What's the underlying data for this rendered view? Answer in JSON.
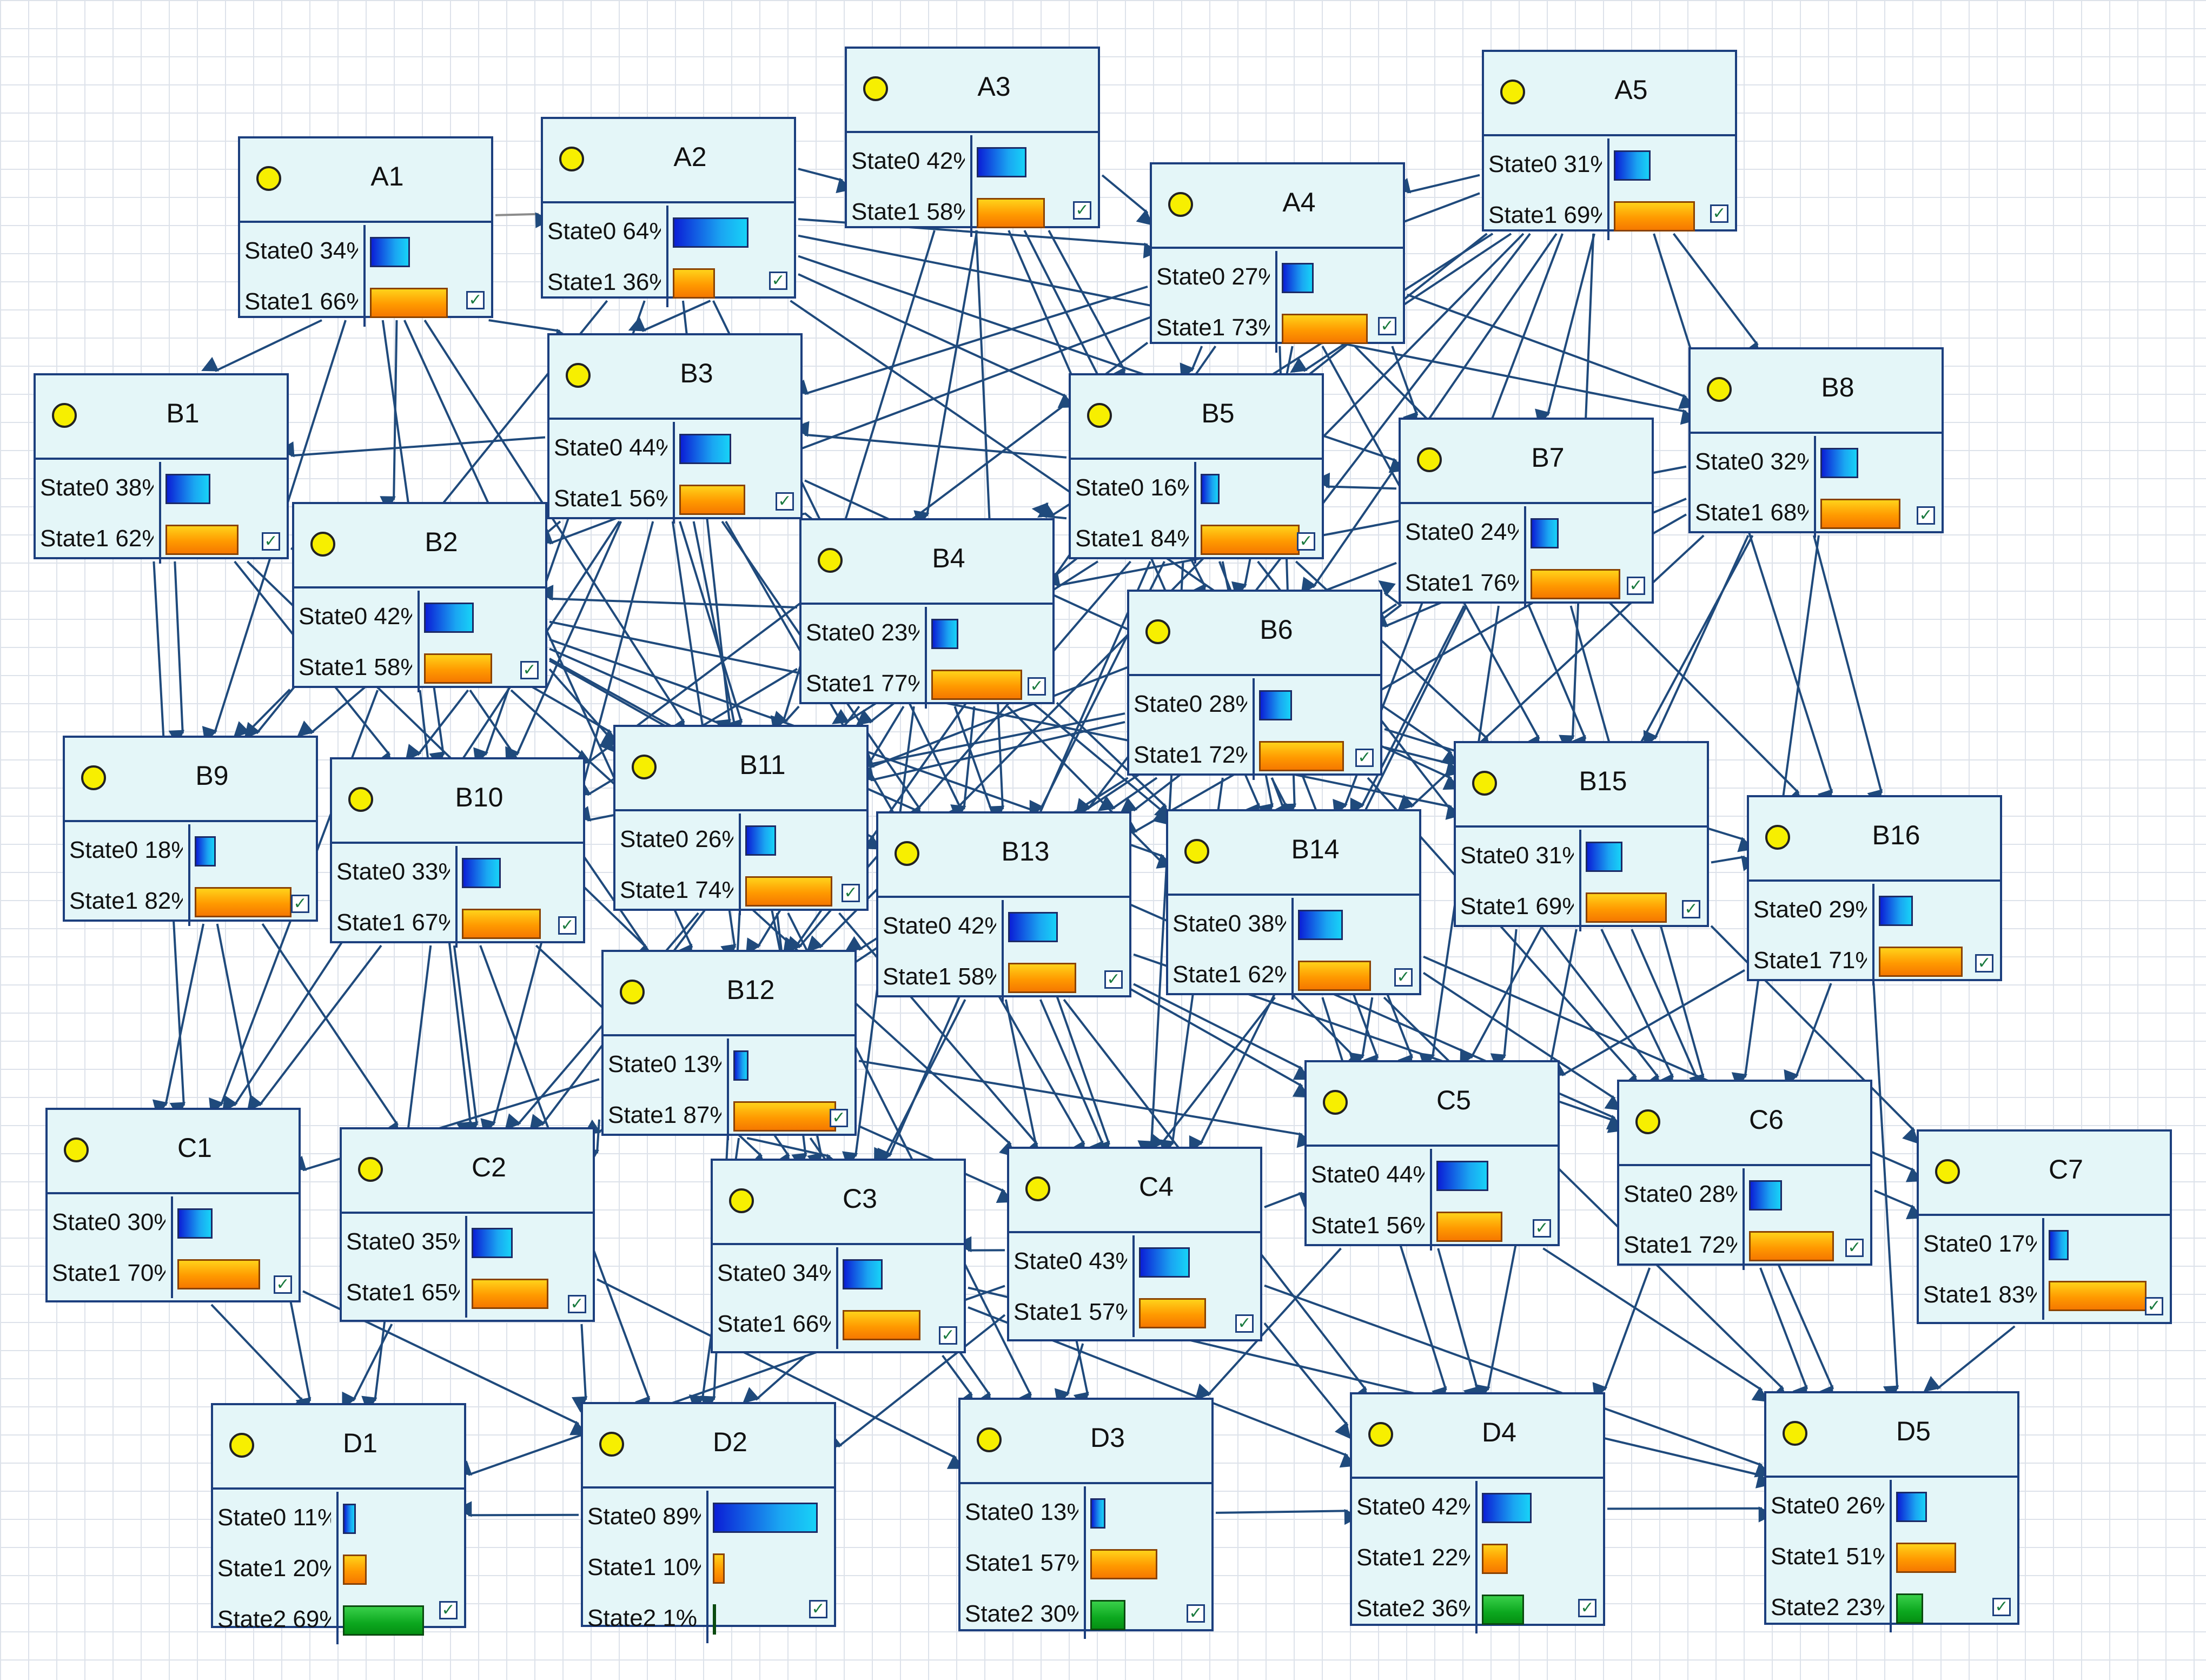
{
  "diagram": {
    "nodes": [
      {
        "id": "A1",
        "label": "A1",
        "states": [
          {
            "label": "State0 34%",
            "value": 34
          },
          {
            "label": "State1 66%",
            "value": 66
          }
        ]
      },
      {
        "id": "A2",
        "label": "A2",
        "states": [
          {
            "label": "State0 64%",
            "value": 64
          },
          {
            "label": "State1 36%",
            "value": 36
          }
        ]
      },
      {
        "id": "A3",
        "label": "A3",
        "states": [
          {
            "label": "State0 42%",
            "value": 42
          },
          {
            "label": "State1 58%",
            "value": 58
          }
        ]
      },
      {
        "id": "A4",
        "label": "A4",
        "states": [
          {
            "label": "State0 27%",
            "value": 27
          },
          {
            "label": "State1 73%",
            "value": 73
          }
        ]
      },
      {
        "id": "A5",
        "label": "A5",
        "states": [
          {
            "label": "State0 31%",
            "value": 31
          },
          {
            "label": "State1 69%",
            "value": 69
          }
        ]
      },
      {
        "id": "B1",
        "label": "B1",
        "states": [
          {
            "label": "State0 38%",
            "value": 38
          },
          {
            "label": "State1 62%",
            "value": 62
          }
        ]
      },
      {
        "id": "B2",
        "label": "B2",
        "states": [
          {
            "label": "State0 42%",
            "value": 42
          },
          {
            "label": "State1 58%",
            "value": 58
          }
        ]
      },
      {
        "id": "B3",
        "label": "B3",
        "states": [
          {
            "label": "State0 44%",
            "value": 44
          },
          {
            "label": "State1 56%",
            "value": 56
          }
        ]
      },
      {
        "id": "B4",
        "label": "B4",
        "states": [
          {
            "label": "State0 23%",
            "value": 23
          },
          {
            "label": "State1 77%",
            "value": 77
          }
        ]
      },
      {
        "id": "B5",
        "label": "B5",
        "states": [
          {
            "label": "State0 16%",
            "value": 16
          },
          {
            "label": "State1 84%",
            "value": 84
          }
        ]
      },
      {
        "id": "B6",
        "label": "B6",
        "states": [
          {
            "label": "State0 28%",
            "value": 28
          },
          {
            "label": "State1 72%",
            "value": 72
          }
        ]
      },
      {
        "id": "B7",
        "label": "B7",
        "states": [
          {
            "label": "State0 24%",
            "value": 24
          },
          {
            "label": "State1 76%",
            "value": 76
          }
        ]
      },
      {
        "id": "B8",
        "label": "B8",
        "states": [
          {
            "label": "State0 32%",
            "value": 32
          },
          {
            "label": "State1 68%",
            "value": 68
          }
        ]
      },
      {
        "id": "B9",
        "label": "B9",
        "states": [
          {
            "label": "State0 18%",
            "value": 18
          },
          {
            "label": "State1 82%",
            "value": 82
          }
        ]
      },
      {
        "id": "B10",
        "label": "B10",
        "states": [
          {
            "label": "State0 33%",
            "value": 33
          },
          {
            "label": "State1 67%",
            "value": 67
          }
        ]
      },
      {
        "id": "B11",
        "label": "B11",
        "states": [
          {
            "label": "State0 26%",
            "value": 26
          },
          {
            "label": "State1 74%",
            "value": 74
          }
        ]
      },
      {
        "id": "B12",
        "label": "B12",
        "states": [
          {
            "label": "State0 13%",
            "value": 13
          },
          {
            "label": "State1 87%",
            "value": 87
          }
        ]
      },
      {
        "id": "B13",
        "label": "B13",
        "states": [
          {
            "label": "State0 42%",
            "value": 42
          },
          {
            "label": "State1 58%",
            "value": 58
          }
        ]
      },
      {
        "id": "B14",
        "label": "B14",
        "states": [
          {
            "label": "State0 38%",
            "value": 38
          },
          {
            "label": "State1 62%",
            "value": 62
          }
        ]
      },
      {
        "id": "B15",
        "label": "B15",
        "states": [
          {
            "label": "State0 31%",
            "value": 31
          },
          {
            "label": "State1 69%",
            "value": 69
          }
        ]
      },
      {
        "id": "B16",
        "label": "B16",
        "states": [
          {
            "label": "State0 29%",
            "value": 29
          },
          {
            "label": "State1 71%",
            "value": 71
          }
        ]
      },
      {
        "id": "C1",
        "label": "C1",
        "states": [
          {
            "label": "State0 30%",
            "value": 30
          },
          {
            "label": "State1 70%",
            "value": 70
          }
        ]
      },
      {
        "id": "C2",
        "label": "C2",
        "states": [
          {
            "label": "State0 35%",
            "value": 35
          },
          {
            "label": "State1 65%",
            "value": 65
          }
        ]
      },
      {
        "id": "C3",
        "label": "C3",
        "states": [
          {
            "label": "State0 34%",
            "value": 34
          },
          {
            "label": "State1 66%",
            "value": 66
          }
        ]
      },
      {
        "id": "C4",
        "label": "C4",
        "states": [
          {
            "label": "State0 43%",
            "value": 43
          },
          {
            "label": "State1 57%",
            "value": 57
          }
        ]
      },
      {
        "id": "C5",
        "label": "C5",
        "states": [
          {
            "label": "State0 44%",
            "value": 44
          },
          {
            "label": "State1 56%",
            "value": 56
          }
        ]
      },
      {
        "id": "C6",
        "label": "C6",
        "states": [
          {
            "label": "State0 28%",
            "value": 28
          },
          {
            "label": "State1 72%",
            "value": 72
          }
        ]
      },
      {
        "id": "C7",
        "label": "C7",
        "states": [
          {
            "label": "State0 17%",
            "value": 17
          },
          {
            "label": "State1 83%",
            "value": 83
          }
        ]
      },
      {
        "id": "D1",
        "label": "D1",
        "states": [
          {
            "label": "State0 11%",
            "value": 11
          },
          {
            "label": "State1 20%",
            "value": 20
          },
          {
            "label": "State2 69%",
            "value": 69
          }
        ]
      },
      {
        "id": "D2",
        "label": "D2",
        "states": [
          {
            "label": "State0 89%",
            "value": 89
          },
          {
            "label": "State1 10%",
            "value": 10
          },
          {
            "label": "State2  1%",
            "value": 1
          }
        ]
      },
      {
        "id": "D3",
        "label": "D3",
        "states": [
          {
            "label": "State0 13%",
            "value": 13
          },
          {
            "label": "State1 57%",
            "value": 57
          },
          {
            "label": "State2 30%",
            "value": 30
          }
        ]
      },
      {
        "id": "D4",
        "label": "D4",
        "states": [
          {
            "label": "State0 42%",
            "value": 42
          },
          {
            "label": "State1 22%",
            "value": 22
          },
          {
            "label": "State2 36%",
            "value": 36
          }
        ]
      },
      {
        "id": "D5",
        "label": "D5",
        "states": [
          {
            "label": "State0 26%",
            "value": 26
          },
          {
            "label": "State1 51%",
            "value": 51
          },
          {
            "label": "State2 23%",
            "value": 23
          }
        ]
      }
    ],
    "edges": [
      [
        "A1",
        "A2"
      ],
      [
        "A1",
        "B1"
      ],
      [
        "A1",
        "B2"
      ],
      [
        "A1",
        "B9"
      ],
      [
        "A1",
        "B10"
      ],
      [
        "A1",
        "B11"
      ],
      [
        "A1",
        "B12"
      ],
      [
        "A1",
        "B3"
      ],
      [
        "A2",
        "A3"
      ],
      [
        "A2",
        "A4"
      ],
      [
        "A2",
        "B3"
      ],
      [
        "A2",
        "B9"
      ],
      [
        "A2",
        "B10"
      ],
      [
        "A2",
        "B11"
      ],
      [
        "A2",
        "B13"
      ],
      [
        "A2",
        "B5"
      ],
      [
        "A2",
        "B7"
      ],
      [
        "A2",
        "B8"
      ],
      [
        "A2",
        "B15"
      ],
      [
        "A3",
        "A4"
      ],
      [
        "A3",
        "B4"
      ],
      [
        "A3",
        "B5"
      ],
      [
        "A3",
        "B6"
      ],
      [
        "A3",
        "B13"
      ],
      [
        "A3",
        "B14"
      ],
      [
        "A3",
        "B11"
      ],
      [
        "A4",
        "B3"
      ],
      [
        "A4",
        "B5"
      ],
      [
        "A4",
        "B6"
      ],
      [
        "A4",
        "B7"
      ],
      [
        "A4",
        "B8"
      ],
      [
        "A4",
        "B12"
      ],
      [
        "A4",
        "B14"
      ],
      [
        "A4",
        "B15"
      ],
      [
        "A4",
        "B10"
      ],
      [
        "A4",
        "B16"
      ],
      [
        "A5",
        "A4"
      ],
      [
        "A5",
        "B4"
      ],
      [
        "A5",
        "B5"
      ],
      [
        "A5",
        "B6"
      ],
      [
        "A5",
        "B7"
      ],
      [
        "A5",
        "B8"
      ],
      [
        "A5",
        "B11"
      ],
      [
        "A5",
        "B13"
      ],
      [
        "A5",
        "B14"
      ],
      [
        "A5",
        "B15"
      ],
      [
        "A5",
        "B16"
      ],
      [
        "A5",
        "B2"
      ],
      [
        "A5",
        "B12"
      ],
      [
        "B1",
        "B9"
      ],
      [
        "B1",
        "B10"
      ],
      [
        "B1",
        "B11"
      ],
      [
        "B1",
        "B12"
      ],
      [
        "B1",
        "C1"
      ],
      [
        "B2",
        "B9"
      ],
      [
        "B2",
        "B10"
      ],
      [
        "B2",
        "B11"
      ],
      [
        "B2",
        "B13"
      ],
      [
        "B2",
        "B14"
      ],
      [
        "B2",
        "B15"
      ],
      [
        "B2",
        "C1"
      ],
      [
        "B2",
        "C2"
      ],
      [
        "B2",
        "C3"
      ],
      [
        "B2",
        "C4"
      ],
      [
        "B2",
        "C5"
      ],
      [
        "B2",
        "C6"
      ],
      [
        "B3",
        "B1"
      ],
      [
        "B3",
        "B4"
      ],
      [
        "B3",
        "B9"
      ],
      [
        "B3",
        "B10"
      ],
      [
        "B3",
        "B11"
      ],
      [
        "B3",
        "B12"
      ],
      [
        "B3",
        "B13"
      ],
      [
        "B3",
        "B14"
      ],
      [
        "B3",
        "B15"
      ],
      [
        "B3",
        "C1"
      ],
      [
        "B3",
        "C2"
      ],
      [
        "B3",
        "C3"
      ],
      [
        "B3",
        "C4"
      ],
      [
        "B4",
        "B2"
      ],
      [
        "B4",
        "B10"
      ],
      [
        "B4",
        "B11"
      ],
      [
        "B4",
        "B12"
      ],
      [
        "B4",
        "B13"
      ],
      [
        "B4",
        "B14"
      ],
      [
        "B4",
        "C2"
      ],
      [
        "B4",
        "C3"
      ],
      [
        "B4",
        "C4"
      ],
      [
        "B4",
        "C5"
      ],
      [
        "B5",
        "B3"
      ],
      [
        "B5",
        "B4"
      ],
      [
        "B5",
        "B11"
      ],
      [
        "B5",
        "B12"
      ],
      [
        "B5",
        "B13"
      ],
      [
        "B5",
        "B14"
      ],
      [
        "B5",
        "B15"
      ],
      [
        "B5",
        "C3"
      ],
      [
        "B5",
        "C4"
      ],
      [
        "B5",
        "C5"
      ],
      [
        "B5",
        "C6"
      ],
      [
        "B6",
        "B10"
      ],
      [
        "B6",
        "B11"
      ],
      [
        "B6",
        "B12"
      ],
      [
        "B6",
        "B13"
      ],
      [
        "B6",
        "B14"
      ],
      [
        "B6",
        "B15"
      ],
      [
        "B6",
        "B16"
      ],
      [
        "B6",
        "C4"
      ],
      [
        "B6",
        "C5"
      ],
      [
        "B6",
        "C6"
      ],
      [
        "B7",
        "B5"
      ],
      [
        "B7",
        "B6"
      ],
      [
        "B7",
        "B11"
      ],
      [
        "B7",
        "B13"
      ],
      [
        "B7",
        "B14"
      ],
      [
        "B7",
        "B15"
      ],
      [
        "B7",
        "C4"
      ],
      [
        "B7",
        "C5"
      ],
      [
        "B7",
        "C6"
      ],
      [
        "B7",
        "C2"
      ],
      [
        "B8",
        "B4"
      ],
      [
        "B8",
        "B6"
      ],
      [
        "B8",
        "B13"
      ],
      [
        "B8",
        "B14"
      ],
      [
        "B8",
        "B15"
      ],
      [
        "B8",
        "B16"
      ],
      [
        "B8",
        "C5"
      ],
      [
        "B8",
        "C6"
      ],
      [
        "B9",
        "C1"
      ],
      [
        "B9",
        "D1"
      ],
      [
        "B9",
        "C2"
      ],
      [
        "B10",
        "C1"
      ],
      [
        "B10",
        "C2"
      ],
      [
        "B10",
        "C3"
      ],
      [
        "B10",
        "D1"
      ],
      [
        "B10",
        "D2"
      ],
      [
        "B11",
        "C2"
      ],
      [
        "B11",
        "C3"
      ],
      [
        "B11",
        "C4"
      ],
      [
        "B11",
        "D2"
      ],
      [
        "B11",
        "D3"
      ],
      [
        "B12",
        "C1"
      ],
      [
        "B12",
        "C2"
      ],
      [
        "B12",
        "C3"
      ],
      [
        "B12",
        "C4"
      ],
      [
        "B12",
        "C5"
      ],
      [
        "B12",
        "D2"
      ],
      [
        "B12",
        "D3"
      ],
      [
        "B13",
        "C3"
      ],
      [
        "B13",
        "C4"
      ],
      [
        "B13",
        "C5"
      ],
      [
        "B13",
        "C6"
      ],
      [
        "B13",
        "D3"
      ],
      [
        "B13",
        "D4"
      ],
      [
        "B14",
        "C4"
      ],
      [
        "B14",
        "C5"
      ],
      [
        "B14",
        "C6"
      ],
      [
        "B14",
        "C7"
      ],
      [
        "B14",
        "D4"
      ],
      [
        "B14",
        "D5"
      ],
      [
        "B15",
        "B16"
      ],
      [
        "B15",
        "C5"
      ],
      [
        "B15",
        "C6"
      ],
      [
        "B15",
        "C7"
      ],
      [
        "B15",
        "D4"
      ],
      [
        "B15",
        "D5"
      ],
      [
        "B16",
        "C5"
      ],
      [
        "B16",
        "C6"
      ],
      [
        "B16",
        "D5"
      ],
      [
        "C1",
        "D1"
      ],
      [
        "C1",
        "D2"
      ],
      [
        "C2",
        "D1"
      ],
      [
        "C2",
        "D2"
      ],
      [
        "C2",
        "D3"
      ],
      [
        "C3",
        "D2"
      ],
      [
        "C3",
        "D3"
      ],
      [
        "C3",
        "D4"
      ],
      [
        "C3",
        "D5"
      ],
      [
        "C4",
        "D1"
      ],
      [
        "C4",
        "D2"
      ],
      [
        "C4",
        "D3"
      ],
      [
        "C4",
        "D4"
      ],
      [
        "C4",
        "D5"
      ],
      [
        "C4",
        "C3"
      ],
      [
        "C4",
        "C5"
      ],
      [
        "C5",
        "D3"
      ],
      [
        "C5",
        "D4"
      ],
      [
        "C5",
        "D5"
      ],
      [
        "C6",
        "D4"
      ],
      [
        "C6",
        "D5"
      ],
      [
        "C6",
        "C7"
      ],
      [
        "C7",
        "D5"
      ],
      [
        "D2",
        "D1"
      ],
      [
        "D3",
        "D4"
      ],
      [
        "D4",
        "D5"
      ]
    ]
  }
}
